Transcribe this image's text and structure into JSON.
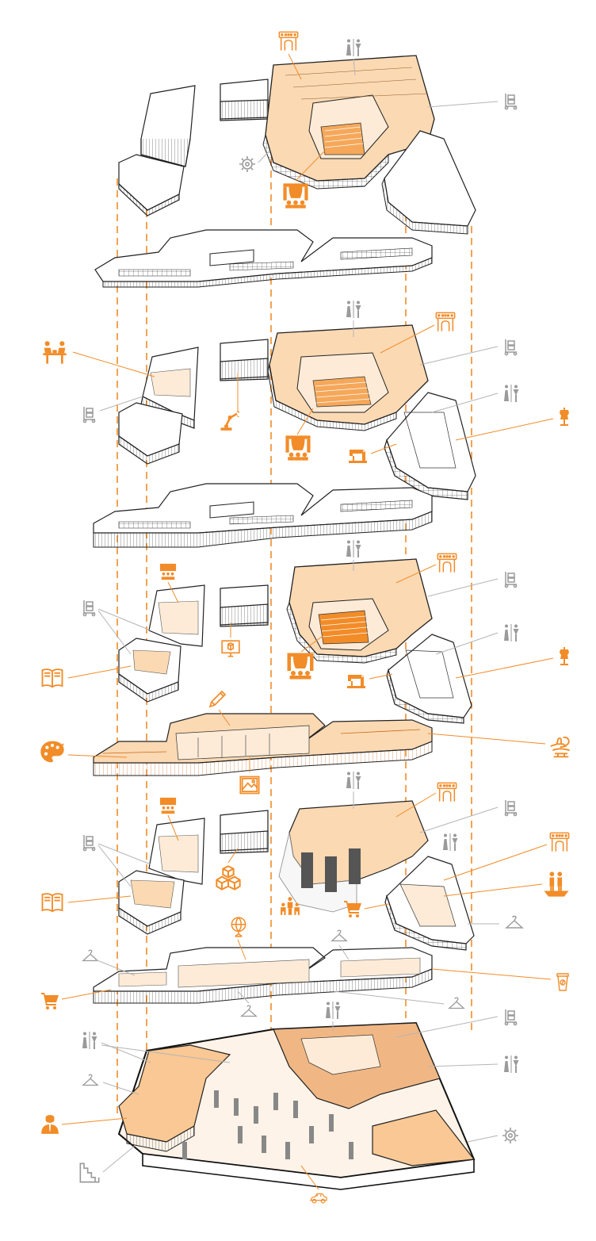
{
  "diagram": {
    "colors": {
      "accent": "#F28C28",
      "accent_fill": "#FBD9B3",
      "accent_light": "#FDEBD7",
      "line": "#1a1a1a",
      "muted_icon": "#9a9a9a",
      "leader_grey": "#b5b5b5"
    },
    "levels": [
      {
        "name": "level-top",
        "icons": [
          "theater-seats-icon",
          "restroom-icon",
          "gear-icon",
          "stage-icon",
          "trolley-icon"
        ]
      },
      {
        "name": "level-5",
        "icons": [
          "meeting-table-icon",
          "trolley-icon",
          "robot-arm-icon",
          "stage-icon",
          "theater-seats-icon",
          "restroom-icon",
          "trolley-icon",
          "sewing-machine-icon",
          "mannequin-icon",
          "restroom-icon"
        ]
      },
      {
        "name": "level-4",
        "icons": [
          "presentation-icon",
          "trolley-icon",
          "book-icon",
          "computer-icon",
          "stage-icon",
          "sewing-machine-icon",
          "restroom-icon",
          "theater-seats-icon",
          "trolley-icon",
          "restroom-icon",
          "mannequin-icon"
        ]
      },
      {
        "name": "level-3-gallery",
        "icons": [
          "pencil-icon",
          "palette-icon",
          "picture-icon",
          "sculpting-hand-icon"
        ]
      },
      {
        "name": "level-2",
        "icons": [
          "presentation-icon",
          "trolley-icon",
          "book-icon",
          "box-icon",
          "audience-icon",
          "cart-icon",
          "restroom-icon",
          "theater-seats-icon",
          "trolley-icon",
          "restroom-icon",
          "theater-seats-icon",
          "guide-icon",
          "hanger-icon"
        ]
      },
      {
        "name": "level-1",
        "icons": [
          "hanger-icon",
          "hanger-icon",
          "cart-icon",
          "dome-icon",
          "hanger-icon",
          "hanger-icon",
          "coffee-icon"
        ]
      },
      {
        "name": "ground-floor",
        "icons": [
          "restroom-icon",
          "hanger-icon",
          "reception-icon",
          "stairs-icon",
          "car-icon",
          "restroom-icon",
          "trolley-icon",
          "restroom-icon",
          "gear-icon"
        ]
      }
    ]
  }
}
